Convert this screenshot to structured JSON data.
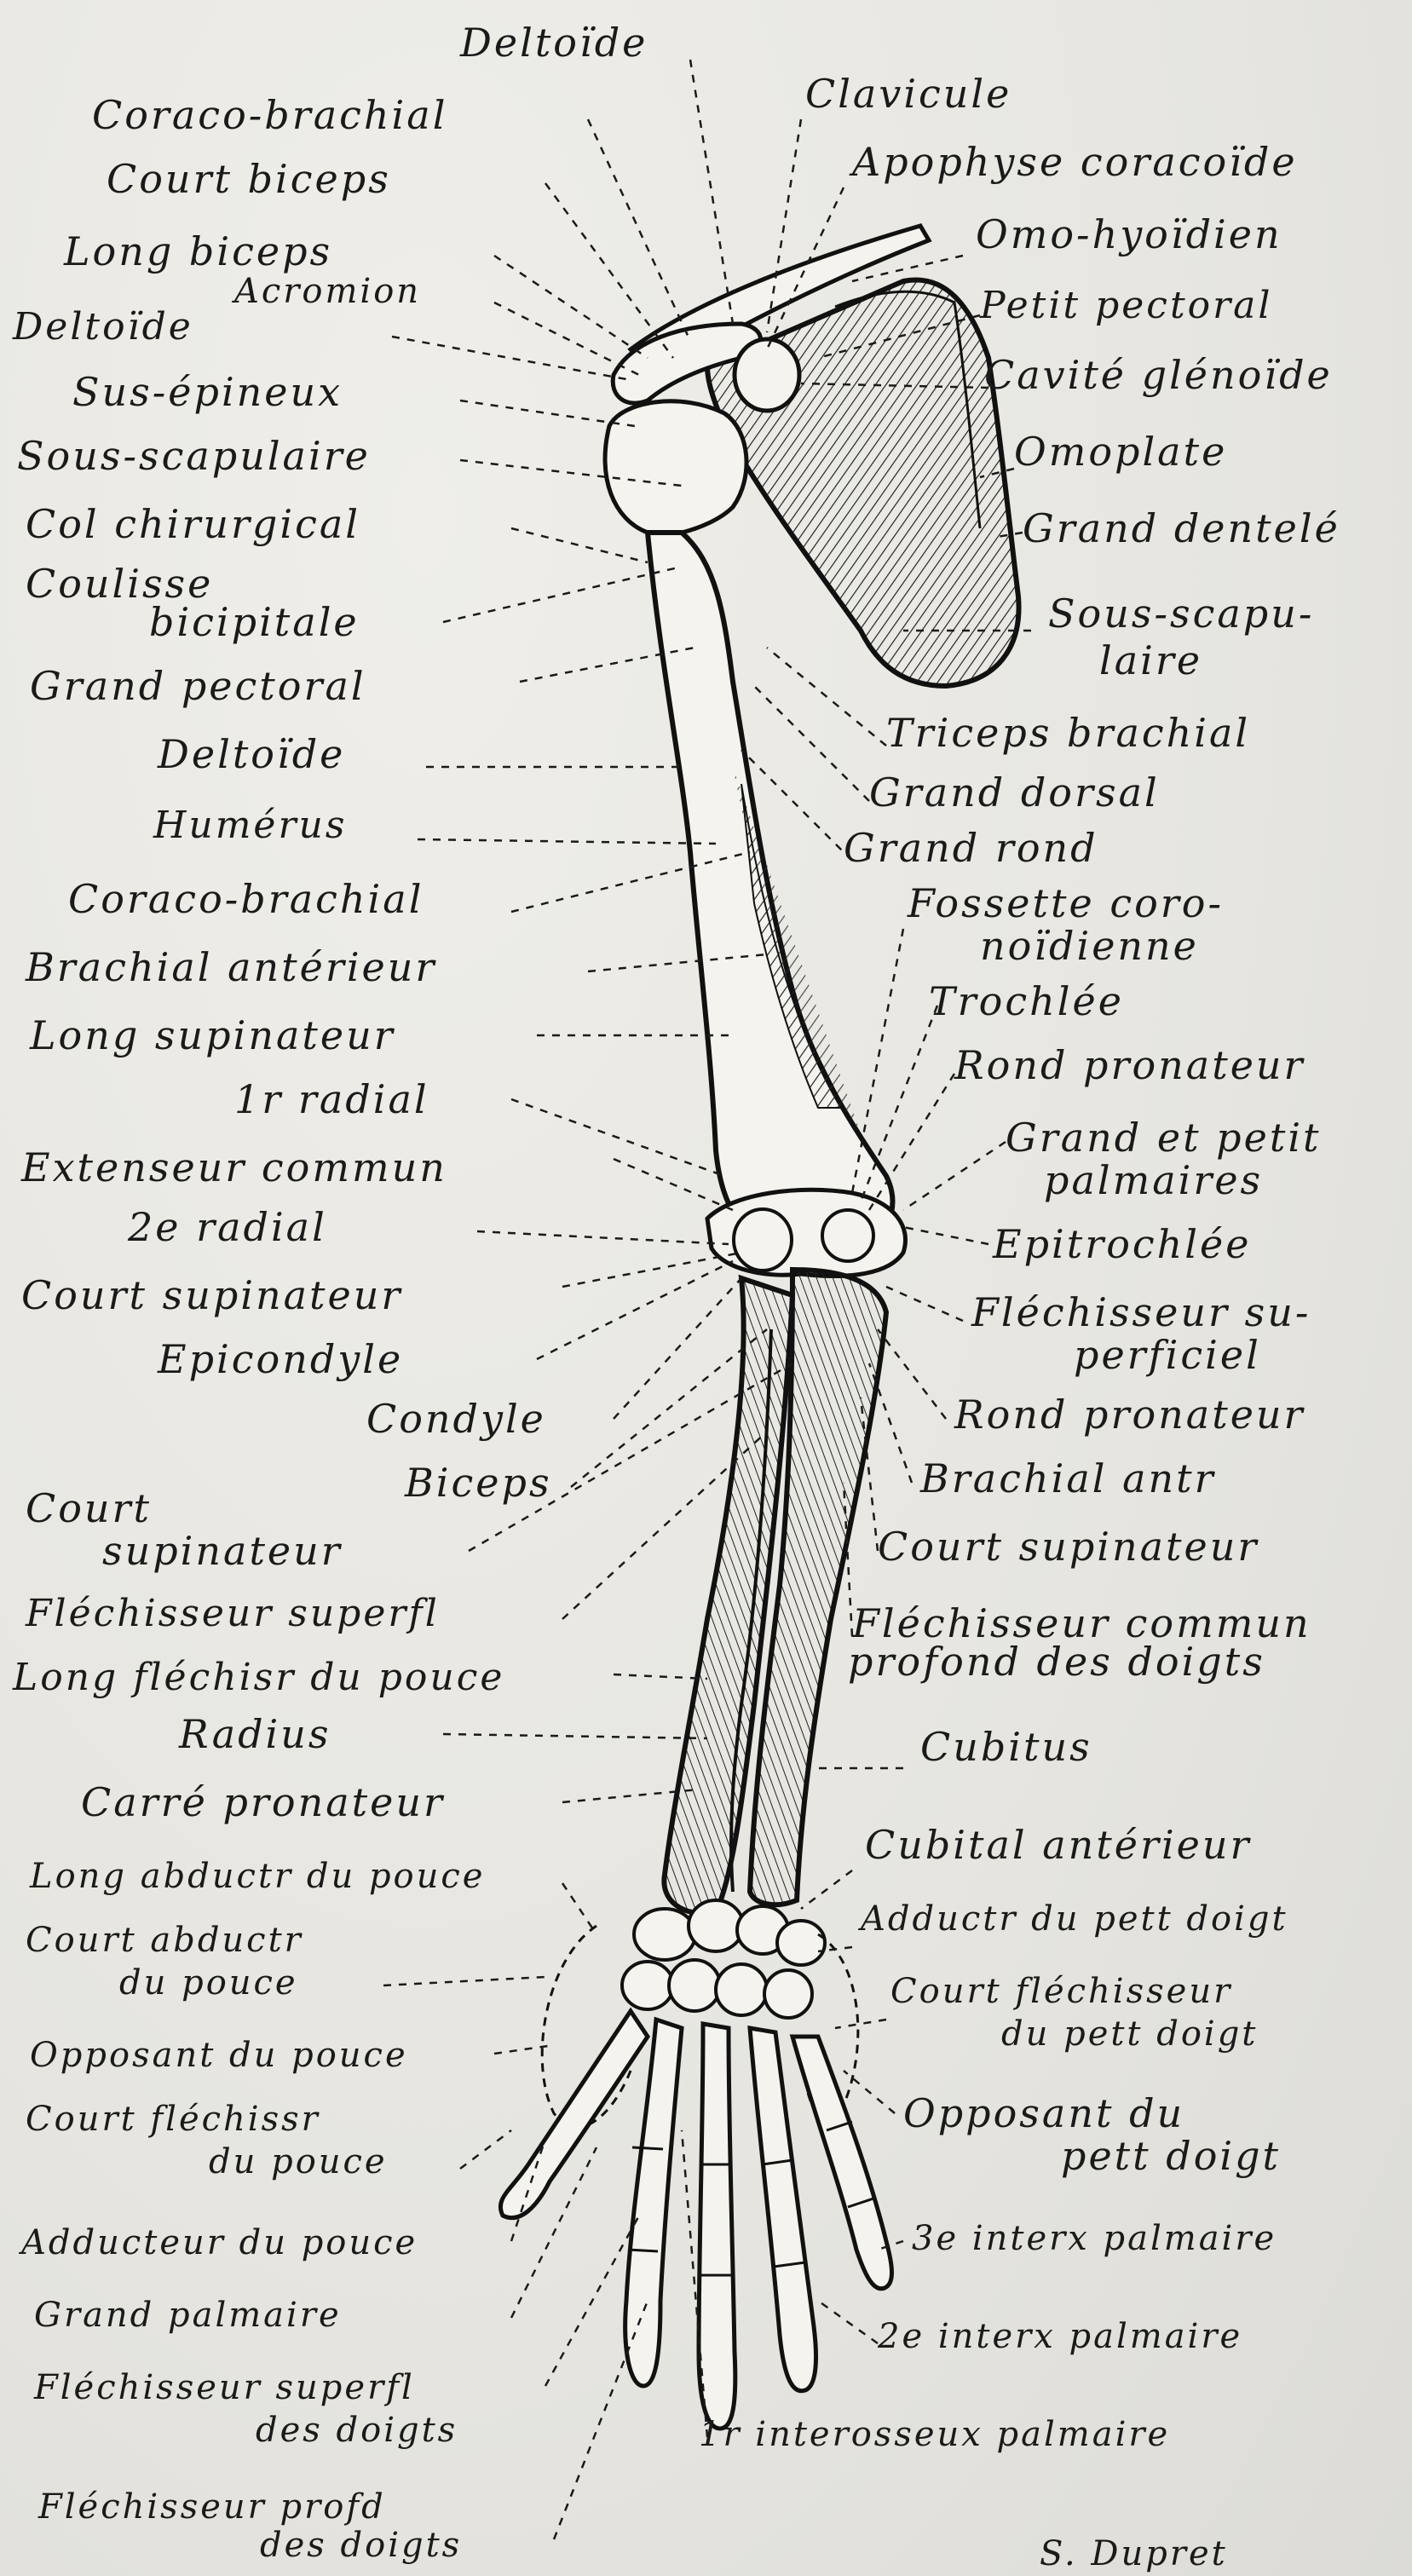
{
  "signature": "S. Dupret",
  "left_labels": {
    "deltoide_top": "Deltoïde",
    "coraco_brachial_1": "Coraco-brachial",
    "court_biceps": "Court biceps",
    "long_biceps": "Long biceps",
    "acromion": "Acromion",
    "deltoide_2": "Deltoïde",
    "sus_epineux": "Sus-épineux",
    "sous_scapulaire": "Sous-scapulaire",
    "col_chirurgical": "Col chirurgical",
    "coulisse_1": "Coulisse",
    "coulisse_2": "bicipitale",
    "grand_pectoral": "Grand pectoral",
    "deltoide_3": "Deltoïde",
    "humerus": "Humérus",
    "coraco_brachial_2": "Coraco-brachial",
    "brachial_anterieur": "Brachial antérieur",
    "long_supinateur": "Long supinateur",
    "premier_radial": "1r radial",
    "extenseur_commun": "Extenseur commun",
    "deuxieme_radial": "2e radial",
    "court_supinateur_1": "Court supinateur",
    "epicondyle": "Epicondyle",
    "condyle": "Condyle",
    "biceps": "Biceps",
    "court_sup_1": "Court",
    "court_sup_2": "supinateur",
    "flechisseur_superf": "Fléchisseur superfl",
    "long_flechis_pouce": "Long fléchisr du pouce",
    "radius": "Radius",
    "carre_pronateur": "Carré pronateur",
    "long_abduct_pouce": "Long abductr du pouce",
    "court_abduct_1": "Court abductr",
    "court_abduct_2": "du pouce",
    "opposant_pouce": "Opposant du pouce",
    "court_flechiss_1": "Court fléchissr",
    "court_flechiss_2": "du pouce",
    "adducteur_pouce": "Adducteur du pouce",
    "grand_palmaire": "Grand palmaire",
    "flech_superf_doigts_1": "Fléchisseur superfl",
    "flech_superf_doigts_2": "des doigts",
    "flech_prof_doigts_1": "Fléchisseur profd",
    "flech_prof_doigts_2": "des doigts"
  },
  "right_labels": {
    "clavicule": "Clavicule",
    "apophyse_coracoide": "Apophyse coracoïde",
    "omo_hyoidien": "Omo-hyoïdien",
    "petit_pectoral": "Petit pectoral",
    "cavite_glenoide": "Cavité glénoïde",
    "omoplate": "Omoplate",
    "grand_dentele": "Grand dentelé",
    "sous_scapulaire_1": "Sous-scapu-",
    "sous_scapulaire_2": "laire",
    "triceps_brachial": "Triceps brachial",
    "grand_dorsal": "Grand dorsal",
    "grand_rond": "Grand rond",
    "fossette_1": "Fossette coro-",
    "fossette_2": "noïdienne",
    "trochlee": "Trochlée",
    "rond_pronateur_1": "Rond pronateur",
    "grand_petit_palmaires_1": "Grand et petit",
    "grand_petit_palmaires_2": "palmaires",
    "epitrochlee": "Epitrochlée",
    "flechisseur_superficiel_1": "Fléchisseur su-",
    "flechisseur_superficiel_2": "perficiel",
    "rond_pronateur_2": "Rond pronateur",
    "brachial_ant": "Brachial antr",
    "court_supinateur_r": "Court supinateur",
    "flechisseur_commun_1": "Fléchisseur commun",
    "flechisseur_commun_2": "profond des doigts",
    "cubitus": "Cubitus",
    "cubital_anterieur": "Cubital antérieur",
    "adduct_pet_doigt": "Adductr du pett doigt",
    "court_flech_pet_1": "Court fléchisseur",
    "court_flech_pet_2": "du pett doigt",
    "opposant_pet_1": "Opposant du",
    "opposant_pet_2": "pett doigt",
    "troisieme_inter": "3e interx palmaire",
    "deuxieme_inter": "2e interx palmaire",
    "premier_interosseux": "1r interosseux palmaire"
  }
}
